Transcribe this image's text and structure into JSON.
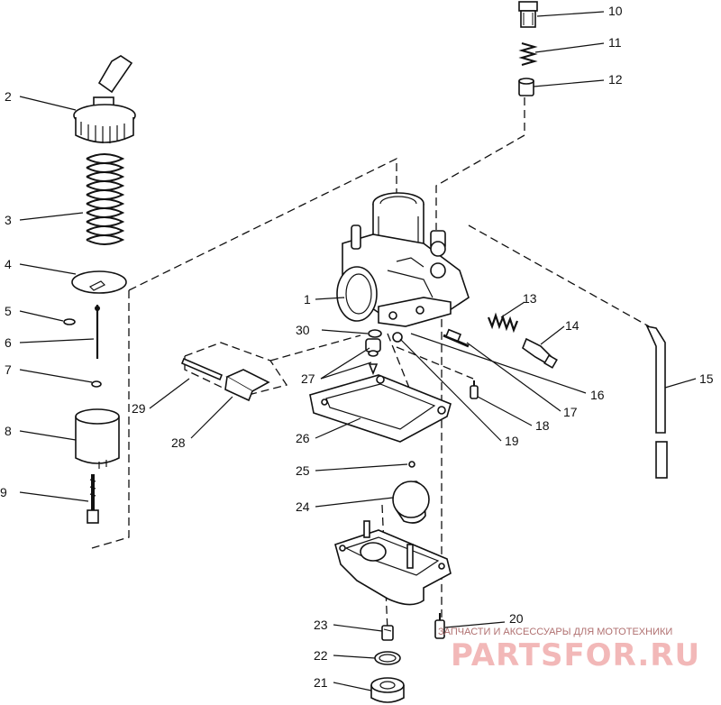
{
  "diagram": {
    "callouts": [
      {
        "id": "1",
        "label": "1"
      },
      {
        "id": "2",
        "label": "2"
      },
      {
        "id": "3",
        "label": "3"
      },
      {
        "id": "4",
        "label": "4"
      },
      {
        "id": "5",
        "label": "5"
      },
      {
        "id": "6",
        "label": "6"
      },
      {
        "id": "7",
        "label": "7"
      },
      {
        "id": "8",
        "label": "8"
      },
      {
        "id": "9",
        "label": "9"
      },
      {
        "id": "10",
        "label": "10"
      },
      {
        "id": "11",
        "label": "11"
      },
      {
        "id": "12",
        "label": "12"
      },
      {
        "id": "13",
        "label": "13"
      },
      {
        "id": "14",
        "label": "14"
      },
      {
        "id": "15",
        "label": "15"
      },
      {
        "id": "16",
        "label": "16"
      },
      {
        "id": "17",
        "label": "17"
      },
      {
        "id": "18",
        "label": "18"
      },
      {
        "id": "19",
        "label": "19"
      },
      {
        "id": "20",
        "label": "20"
      },
      {
        "id": "21",
        "label": "21"
      },
      {
        "id": "22",
        "label": "22"
      },
      {
        "id": "23",
        "label": "23"
      },
      {
        "id": "24",
        "label": "24"
      },
      {
        "id": "25",
        "label": "25"
      },
      {
        "id": "26",
        "label": "26"
      },
      {
        "id": "27",
        "label": "27"
      },
      {
        "id": "28",
        "label": "28"
      },
      {
        "id": "29",
        "label": "29"
      },
      {
        "id": "30",
        "label": "30"
      }
    ]
  },
  "watermark": {
    "text": "ЗАПЧАСТИ И АКСЕССУАРЫ ДЛЯ МОТОТЕХНИКИ",
    "logo": "PARTSFOR.RU"
  },
  "colors": {
    "line": "#111111",
    "background": "#ffffff",
    "watermark": "#f2b8b8"
  }
}
